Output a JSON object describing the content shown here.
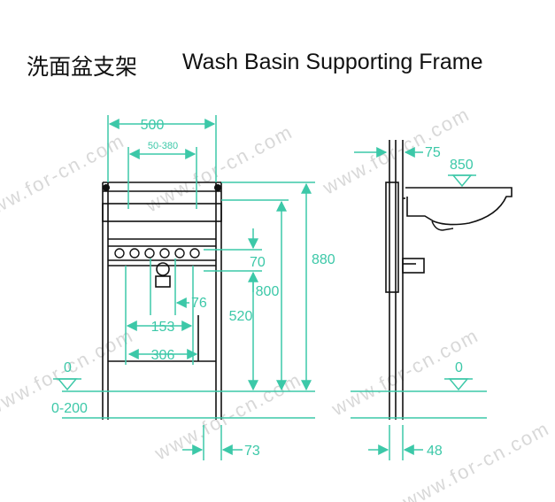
{
  "title": {
    "zh": "洗面盆支架",
    "en": "Wash Basin Supporting Frame"
  },
  "watermark": "www.for-cn.com",
  "dims": {
    "width_500": "500",
    "width_50_380": "50-380",
    "h_880": "880",
    "h_800": "800",
    "h_70": "70",
    "h_520": "520",
    "w_76": "76",
    "w_153": "153",
    "w_306": "306",
    "zero_left": "0",
    "floor_range": "0-200",
    "w_73": "73",
    "d_75": "75",
    "h_850": "850",
    "zero_right": "0",
    "d_48": "48"
  },
  "colors": {
    "line": "#111111",
    "dimension": "#3cc8a8",
    "watermark": "#d2d2d2"
  }
}
